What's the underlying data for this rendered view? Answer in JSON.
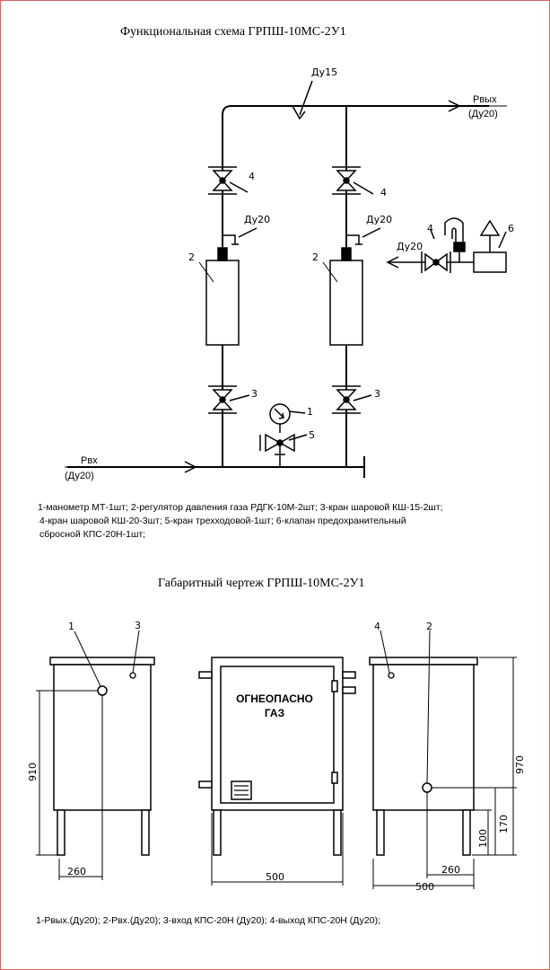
{
  "diagram": {
    "title": "Функциональная схема ГРПШ-10МС-2У1",
    "labels": {
      "du15": "Ду15",
      "pout": "Рвых",
      "pout_du": "(Ду20)",
      "pin": "Рвх",
      "pin_du": "(Ду20)",
      "du20_left": "Ду20",
      "du20_right": "Ду20",
      "du20_out": "Ду20",
      "n1": "1",
      "n2a": "2",
      "n2b": "2",
      "n3a": "3",
      "n3b": "3",
      "n4a": "4",
      "n4b": "4",
      "n4c": "4",
      "n5": "5",
      "n6": "6"
    },
    "legend": [
      "1-манометр МТ-1шт; 2-регулятор давления газа РДГК-10М-2шт;  3-кран шаровой КШ-15-2шт;",
      "4-кран шаровой КШ-20-3шт; 5-кран трехходовой-1шт; 6-клапан предохранительный",
      "сбросной КПС-20Н-1шт;"
    ]
  },
  "drawing": {
    "title": "Габаритный чертеж ГРПШ-10МС-2У1",
    "labels": {
      "c1": "1",
      "c3": "3",
      "c4": "4",
      "c2": "2",
      "warning1": "ОГНЕОПАСНО",
      "warning2": "ГАЗ",
      "d910": "910",
      "d260a": "260",
      "d500a": "500",
      "d970": "970",
      "d170": "170",
      "d100": "100",
      "d260b": "260",
      "d500b": "500"
    },
    "legend": "1-Рвых.(Ду20); 2-Рвх.(Ду20); 3-вход КПС-20Н (Ду20);  4-выход КПС-20Н (Ду20);"
  }
}
